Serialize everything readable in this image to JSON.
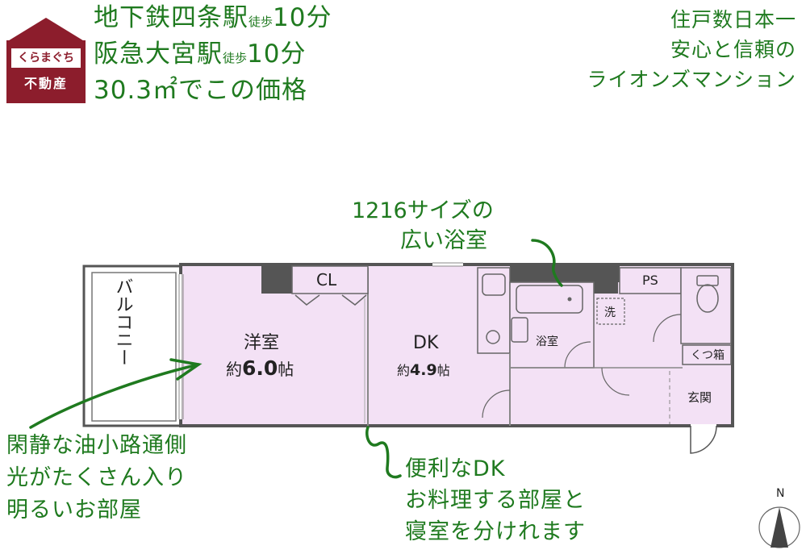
{
  "header": {
    "left_lines": [
      {
        "main": "地下鉄四条駅",
        "small": "徒歩",
        "after": "10分"
      },
      {
        "main": "阪急大宮駅",
        "small": "徒歩",
        "after": "10分"
      },
      {
        "main": "30.3㎡でこの価格",
        "small": "",
        "after": ""
      }
    ],
    "right_lines": [
      "住戸数日本一",
      "安心と信頼の",
      "ライオンズマンション"
    ]
  },
  "logo": {
    "name": "くらまぐち",
    "sub": "不動産",
    "color": "#8c1d2c"
  },
  "rooms": {
    "balcony": "バルコニー",
    "closet": "CL",
    "western_room": "洋室",
    "western_size_prefix": "約",
    "western_size_value": "6.0",
    "western_size_unit": "帖",
    "dk": "DK",
    "dk_size_prefix": "約",
    "dk_size_value": "4.9",
    "dk_size_unit": "帖",
    "bathroom": "浴室",
    "washer": "洗",
    "ps": "PS",
    "shoe_box": "くつ箱",
    "entrance": "玄関"
  },
  "notes": {
    "bath": [
      "1216サイズの",
      "広い浴室"
    ],
    "west": [
      "閑静な油小路通側",
      "光がたくさん入り",
      "明るいお部屋"
    ],
    "dk": [
      "便利なDK",
      "お料理する部屋と",
      "寝室を分けれます"
    ]
  },
  "compass": {
    "label": "N"
  },
  "colors": {
    "annotation": "#1f7a1f",
    "room_fill": "#f3e1f5",
    "wall": "#555555",
    "pillar": "#555555"
  }
}
